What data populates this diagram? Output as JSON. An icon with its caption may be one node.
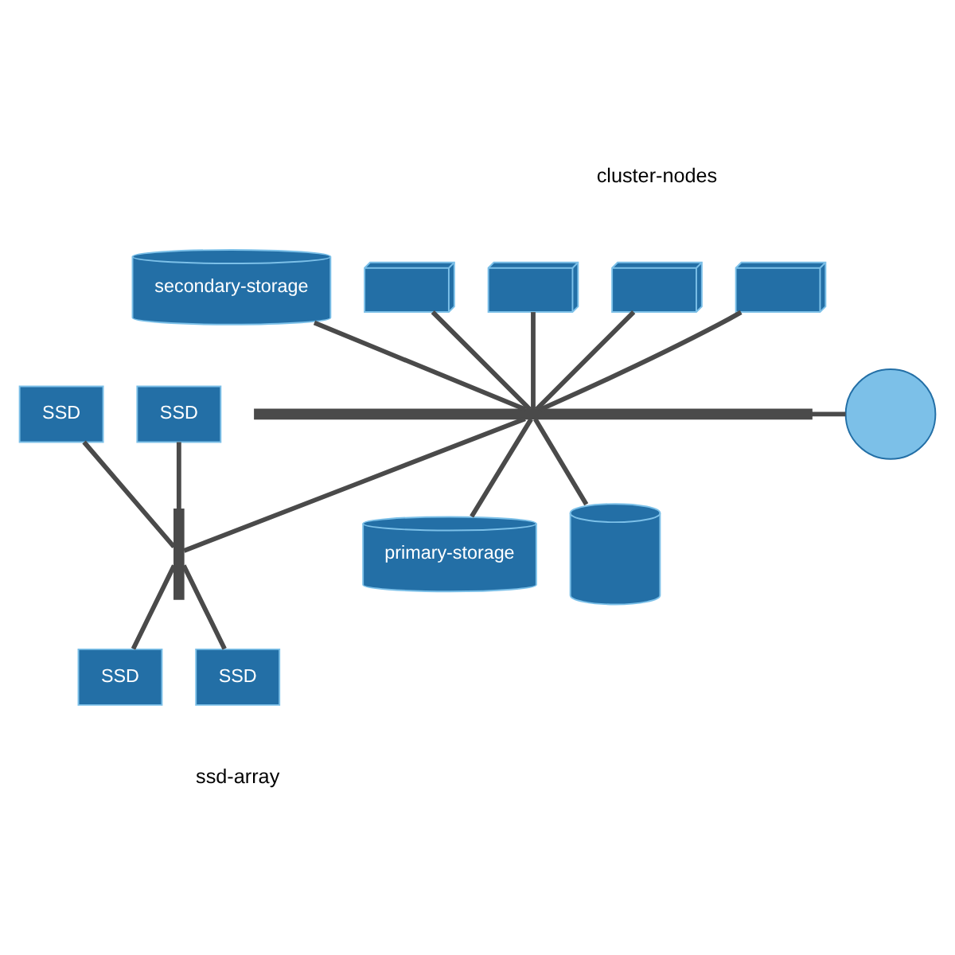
{
  "diagram": {
    "nodes": [
      {
        "text": [
          "secondary-storage"
        ]
      },
      {
        "text": [],
        "shape": "bar"
      },
      {
        "text": [],
        "shape": "bar"
      },
      {
        "text": [
          "SSD"
        ]
      },
      {
        "text": [
          "SSD"
        ]
      },
      {
        "text": [
          "SSD"
        ]
      },
      {
        "text": [
          "SSD"
        ]
      },
      {
        "text": [],
        "shape": "server"
      },
      {
        "text": [],
        "shape": "server"
      },
      {
        "text": [],
        "shape": "server"
      },
      {
        "text": [],
        "shape": "server"
      },
      {
        "text": [
          "primary-storage"
        ]
      },
      {
        "text": [],
        "shape": "cylinder"
      },
      {
        "text": [],
        "shape": "globe"
      }
    ],
    "edges": [
      {
        "from": 0,
        "to": 1,
        "arrow": "none"
      },
      {
        "from": 1,
        "to": 2,
        "arrow": "none"
      },
      {
        "from": 3,
        "to": 2,
        "arrow": "none"
      },
      {
        "from": 2,
        "to": 4,
        "arrow": "none"
      },
      {
        "from": 5,
        "to": 2,
        "arrow": "none"
      },
      {
        "from": 2,
        "to": 6,
        "arrow": "none"
      },
      {
        "from": 7,
        "to": 1,
        "arrow": "none"
      },
      {
        "from": 8,
        "to": 1,
        "arrow": "none"
      },
      {
        "from": 9,
        "to": 1,
        "arrow": "none"
      },
      {
        "from": 10,
        "to": 1,
        "arrow": "none"
      },
      {
        "from": 1,
        "to": 11,
        "arrow": "none"
      },
      {
        "from": 1,
        "to": 12,
        "arrow": "none"
      },
      {
        "from": 1,
        "to": 13,
        "arrow": "none"
      }
    ],
    "labels": [
      "cluster-nodes",
      "ssd-array"
    ]
  }
}
